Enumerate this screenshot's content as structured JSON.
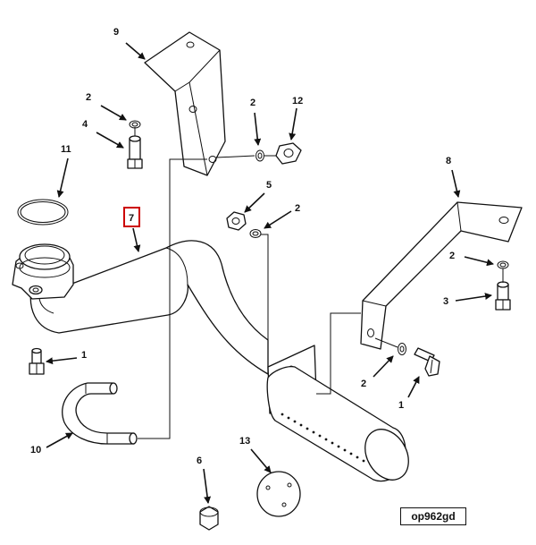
{
  "diagram": {
    "reference_code": "op962gd",
    "highlight_color": "#cc0000",
    "callouts": {
      "c9": "9",
      "c2a": "2",
      "c4": "4",
      "c2b": "2",
      "c12": "12",
      "c11": "11",
      "c5": "5",
      "c2c": "2",
      "c7": "7",
      "c8": "8",
      "c2d": "2",
      "c3": "3",
      "c1a": "1",
      "c2e": "2",
      "c1b": "1",
      "c10": "10",
      "c13": "13",
      "c6": "6"
    }
  }
}
